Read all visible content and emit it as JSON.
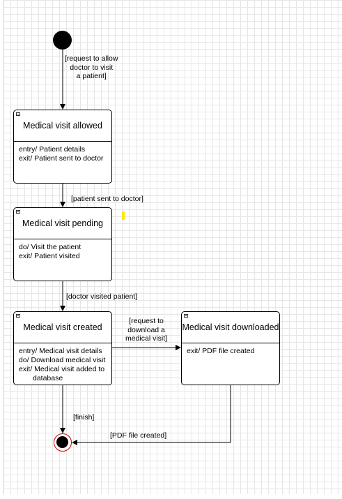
{
  "states": {
    "allowed": {
      "title": "Medical visit allowed",
      "lines": [
        "entry/ Patient details",
        "exit/ Patient sent to doctor"
      ]
    },
    "pending": {
      "title": "Medical visit pending",
      "lines": [
        "do/ Visit the patient",
        "exit/ Patient visited"
      ]
    },
    "created": {
      "title": "Medical visit created",
      "lines": [
        "entry/ Medical visit details",
        "do/ Download medical visit",
        "exit/ Medical visit added to",
        "database"
      ]
    },
    "downloaded": {
      "title": "Medical visit downloaded",
      "lines": [
        "exit/ PDF file created"
      ]
    }
  },
  "transitions": {
    "start": [
      "[request to allow",
      "doctor to visit",
      "a patient]"
    ],
    "sent": "[patient sent to doctor]",
    "visited": "[doctor visited patient]",
    "download": [
      "[request to",
      "download a",
      "medical visit]"
    ],
    "finish": "[finish]",
    "pdf": "[PDF file created]"
  },
  "colors": {
    "line": "#000000",
    "final_ring": "#cc0000",
    "highlight": "#ffe800",
    "grid": "#e6e6e6"
  }
}
